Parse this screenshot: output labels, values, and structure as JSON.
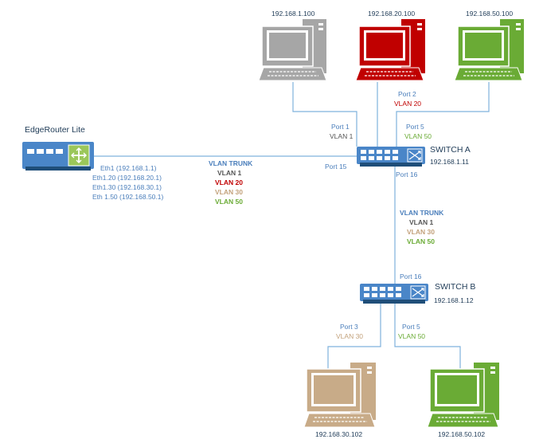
{
  "colors": {
    "line": "#7fb2dd",
    "device_blue": "#4a86c8",
    "pc_gray": "#a6a6a6",
    "pc_red": "#c00000",
    "pc_green": "#6aab35",
    "pc_tan": "#c8ab88",
    "vlan1": "#555555",
    "vlan20": "#c00000",
    "vlan30": "#c3a27c",
    "vlan50": "#6aab35"
  },
  "router": {
    "name": "EdgeRouter Lite",
    "interfaces": [
      "Eth1 (192.168.1.1)",
      "Eth1.20 (192.168.20.1)",
      "Eth1.30 (192.168.30.1)",
      "Eth 1.50 (192.168.50.1)"
    ]
  },
  "trunk_a": {
    "title": "VLAN TRUNK",
    "vlans": [
      "VLAN 1",
      "VLAN 20",
      "VLAN 30",
      "VLAN 50"
    ]
  },
  "switch_a": {
    "name": "SWITCH A",
    "ip": "192.168.1.11",
    "ports": {
      "p1": "Port 1",
      "p1_vlan": "VLAN 1",
      "p2": "Port 2",
      "p2_vlan": "VLAN 20",
      "p5": "Port 5",
      "p5_vlan": "VLAN 50",
      "p15": "Port 15",
      "p16": "Port 16"
    }
  },
  "trunk_b": {
    "title": "VLAN TRUNK",
    "vlans": [
      "VLAN 1",
      "VLAN 30",
      "VLAN 50"
    ]
  },
  "switch_b": {
    "name": "SWITCH B",
    "ip": "192.168.1.12",
    "ports": {
      "p16": "Port 16",
      "p3": "Port 3",
      "p3_vlan": "VLAN 30",
      "p5": "Port 5",
      "p5_vlan": "VLAN 50"
    }
  },
  "pcs": {
    "gray": "192.168.1.100",
    "red": "192.168.20.100",
    "green_top": "192.168.50.100",
    "tan": "192.168.30.102",
    "green_bottom": "192.168.50.102"
  }
}
